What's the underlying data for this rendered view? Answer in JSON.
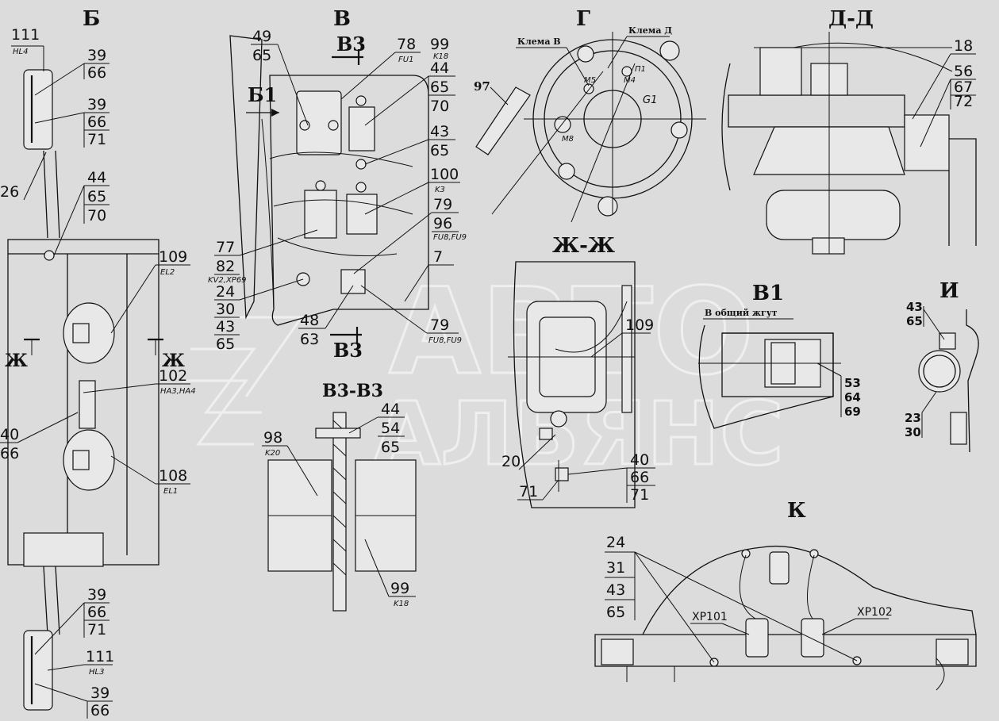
{
  "sections": {
    "b": "Б",
    "v": "В",
    "g": "Г",
    "dd": "Д-Д",
    "zhzh": "Ж-Ж",
    "v1": "В1",
    "i": "И",
    "k": "К",
    "zh": "Ж",
    "v3_sec": "В3-В3"
  },
  "arrows": {
    "b1": "Б1",
    "v3": "В3"
  },
  "labels": {
    "klema_v": "Клема В",
    "klema_d": "Клема Д",
    "obshchiy_zhgut": "В общий жгут",
    "xp101": "XP101",
    "xp102": "XP102",
    "g1": "G1",
    "m5": "M5",
    "m4": "M4",
    "m8": "M8",
    "p1": "П1"
  },
  "refs": {
    "r111a": "111",
    "hl4": "HL4",
    "r39a": "39",
    "r66a": "66",
    "r39b": "39",
    "r66b": "66",
    "r71b": "71",
    "r26": "26",
    "r44a": "44",
    "r65a": "65",
    "r70a": "70",
    "r109a": "109",
    "el2": "EL2",
    "r102": "102",
    "ha34": "HA3,HA4",
    "r40a": "40",
    "r66c": "66",
    "r108": "108",
    "el1": "EL1",
    "r39c": "39",
    "r66d": "66",
    "r71c": "71",
    "r111b": "111",
    "hl3": "HL3",
    "r39d": "39",
    "r66e": "66",
    "r49": "49",
    "r65b": "65",
    "r78": "78",
    "fu1": "FU1",
    "r99a": "99",
    "k18a": "K18",
    "r44b": "44",
    "r65c": "65",
    "r70b": "70",
    "r43a": "43",
    "r65d": "65",
    "r100": "100",
    "k3": "K3",
    "r79a": "79",
    "r96": "96",
    "fu89a": "FU8,FU9",
    "r7": "7",
    "r77": "77",
    "r82": "82",
    "kv2": "KV2,XP69",
    "r24a": "24",
    "r30a": "30",
    "r43b": "43",
    "r65e": "65",
    "r48": "48",
    "r63": "63",
    "r79b": "79",
    "fu89b": "FU8,FU9",
    "r98": "98",
    "k20": "K20",
    "r44c": "44",
    "r54": "54",
    "r65f": "65",
    "r99b": "99",
    "k18b": "K18",
    "r97": "97",
    "r18": "18",
    "r56": "56",
    "r67": "67",
    "r72": "72",
    "r109b": "109",
    "r20": "20",
    "r40b": "40",
    "r66f": "66",
    "r71d": "71",
    "r71e": "71",
    "r53": "53",
    "r64": "64",
    "r69": "69",
    "r43c": "43",
    "r65g": "65",
    "r23": "23",
    "r30b": "30",
    "r24b": "24",
    "r31": "31",
    "r43d": "43",
    "r65h": "65"
  },
  "watermark": {
    "line1": "АВТО",
    "line2": "АЛЬЯНС"
  }
}
